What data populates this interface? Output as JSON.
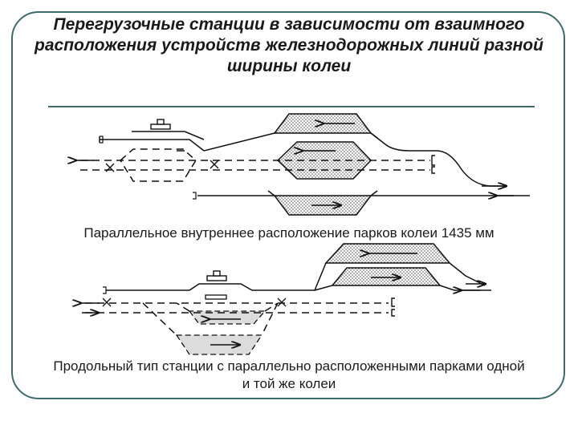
{
  "slide": {
    "title": "Перегрузочные станции в зависимости от взаимного расположения устройств железнодорожных линий разной ширины колеи",
    "caption_1": "Параллельное внутреннее расположение парков колеи 1435 мм",
    "caption_2": "Продольный тип станции с параллельно расположенными парками одной и той же колеи"
  },
  "colors": {
    "frame": "#3d6b6b",
    "line": "#111111",
    "hatch_fill": "#c8c8c8",
    "light_fill": "#dcdcdc"
  }
}
